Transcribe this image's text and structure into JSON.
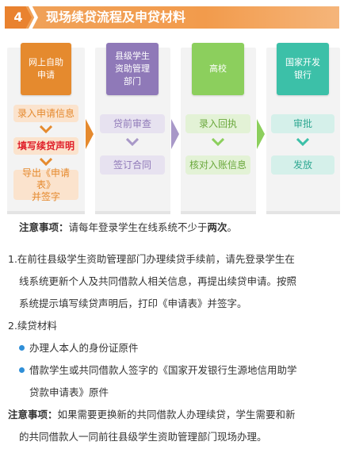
{
  "header": {
    "number": "4",
    "title": "现场续贷流程及申贷材料"
  },
  "flow": {
    "columns": [
      {
        "head": [
          "网上自助",
          "申请"
        ],
        "steps": [
          "录入申请信息",
          "填写续贷声明",
          "导出《申请表》\n并签字"
        ]
      },
      {
        "head": [
          "县级学生",
          "资助管理",
          "部门"
        ],
        "steps": [
          "贷前审查",
          "签订合同"
        ]
      },
      {
        "head": [
          "高校"
        ],
        "steps": [
          "录入回执",
          "核对入账信息"
        ]
      },
      {
        "head": [
          "国家开发",
          "银行"
        ],
        "steps": [
          "审批",
          "发放"
        ]
      }
    ],
    "colors": {
      "orange": "#e58a2e",
      "purple": "#8f79b8",
      "green": "#8ccf5d",
      "teal": "#3cc0a8"
    }
  },
  "notes": {
    "note1_label": "注意事项：",
    "note1_text": "请每年登录学生在线系统不少于",
    "note1_bold": "两次",
    "note1_end": "。",
    "item1_l1": "1.在前往县级学生资助管理部门办理续贷手续前，请先登录学生在",
    "item1_l2": "线系统更新个人及共同借款人相关信息，再提出续贷申请。按照",
    "item1_l3": "系统提示填写续贷声明后，打印《申请表》并签字。",
    "item2": "2.续贷材料",
    "bullet1": "办理人本人的身份证原件",
    "bullet2_l1": "借款学生或共同借款人签字的《国家开发银行生源地信用助学",
    "bullet2_l2": "贷款申请表》原件",
    "note2_label": "注意事项：",
    "note2_l1": "如果需要更换新的共同借款人办理续贷，学生需要和新",
    "note2_l2": "的共同借款人一同前往县级学生资助管理部门现场办理。"
  }
}
